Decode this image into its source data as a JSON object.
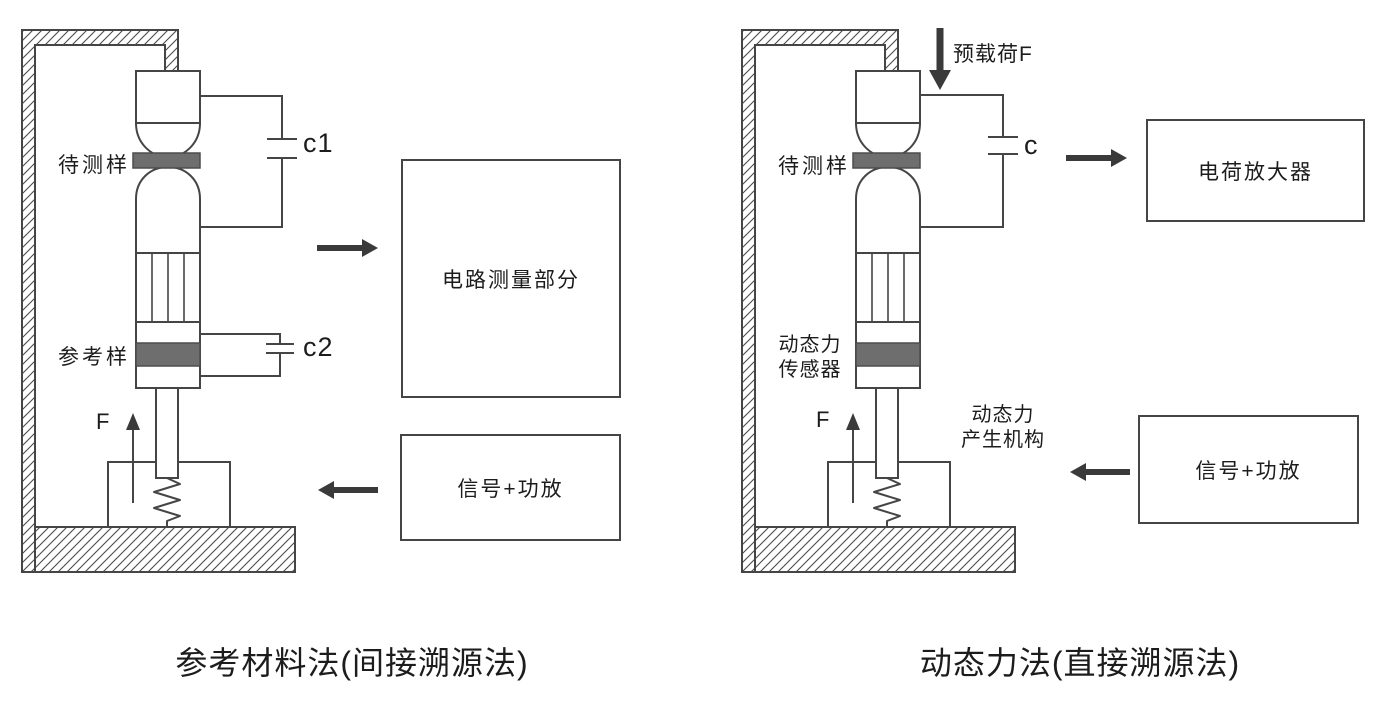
{
  "colors": {
    "line": "#454545",
    "gray_bar": "#6e6e6e",
    "arrow": "#3a3a3a",
    "text": "#1c1c1c",
    "bg": "#ffffff"
  },
  "left_diagram": {
    "caption": "参考材料法(间接溯源法)",
    "labels": {
      "sample": "待测样",
      "reference": "参考样",
      "c1": "c1",
      "c2": "c2",
      "force": "F"
    },
    "boxes": {
      "circuit": "电路测量部分",
      "signal": "信号+功放"
    }
  },
  "right_diagram": {
    "caption": "动态力法(直接溯源法)",
    "labels": {
      "sample": "待测样",
      "preload": "预载荷F",
      "c": "c",
      "force": "F",
      "sensor_line1": "动态力",
      "sensor_line2": "传感器",
      "mechanism_line1": "动态力",
      "mechanism_line2": "产生机构"
    },
    "boxes": {
      "charge_amp": "电荷放大器",
      "signal": "信号+功放"
    }
  }
}
